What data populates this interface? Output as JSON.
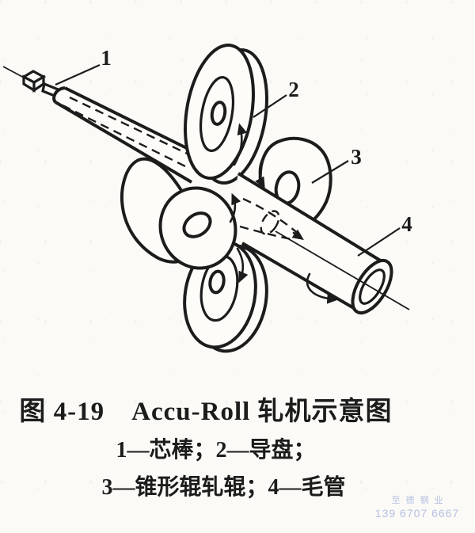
{
  "colors": {
    "ink": "#1c1c1c",
    "paper": "#fbfaf6",
    "watermark": "#a9b5de"
  },
  "figure": {
    "caption": "图 4-19　Accu-Roll 轧机示意图",
    "legend": {
      "line1": "1—芯棒；2—导盘；",
      "line2": "3—锥形辊轧辊；4—毛管"
    },
    "callouts": [
      {
        "number": "1",
        "part": "芯棒"
      },
      {
        "number": "2",
        "part": "导盘"
      },
      {
        "number": "3",
        "part": "锥形辊轧辊"
      },
      {
        "number": "4",
        "part": "毛管"
      }
    ]
  },
  "watermark": {
    "line1": "至德钢业",
    "line2": "139 6707 6667"
  }
}
